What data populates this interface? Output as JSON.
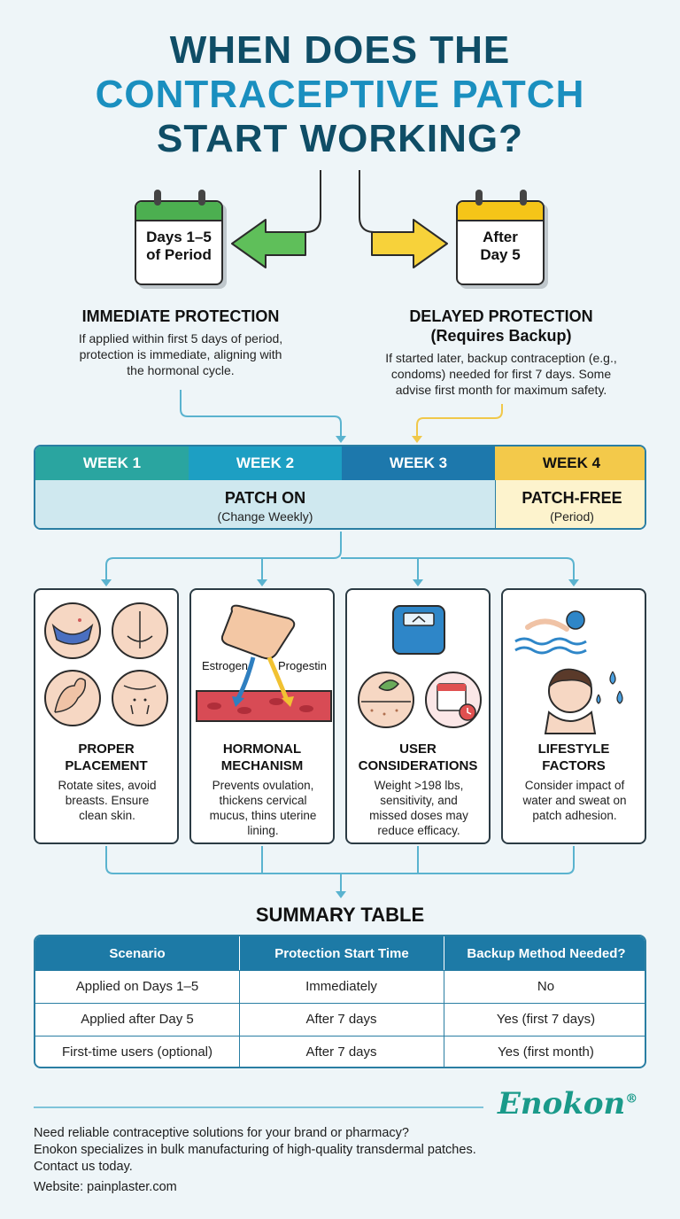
{
  "title": {
    "line1": "WHEN DOES THE",
    "line2": "CONTRACEPTIVE PATCH",
    "line3": "START WORKING?"
  },
  "left_calendar": {
    "line1": "Days 1–5",
    "line2": "of Period",
    "color": "#4caf50"
  },
  "right_calendar": {
    "line1": "After",
    "line2": "Day 5",
    "color": "#f5c518"
  },
  "immediate": {
    "heading": "IMMEDIATE PROTECTION",
    "text1": "If applied within first 5 days of period,",
    "text2": "protection is immediate, aligning with",
    "text3": "the hormonal cycle."
  },
  "delayed": {
    "heading": "DELAYED PROTECTION",
    "heading2": "(Requires Backup)",
    "text1": "If started later, backup contraception (e.g.,",
    "text2": "condoms) needed for first 7 days. Some",
    "text3": "advise first month for maximum safety."
  },
  "weeks": {
    "w1": "WEEK 1",
    "w2": "WEEK 2",
    "w3": "WEEK 3",
    "w4": "WEEK 4",
    "patch_on": "PATCH ON",
    "patch_on_sub": "(Change Weekly)",
    "patch_free": "PATCH-FREE",
    "patch_free_sub": "(Period)",
    "colors": [
      "#2aa5a0",
      "#1d9fc3",
      "#1d78ac",
      "#f3c94a"
    ]
  },
  "cards": [
    {
      "title1": "PROPER",
      "title2": "PLACEMENT",
      "text1": "Rotate sites, avoid",
      "text2": "breasts. Ensure",
      "text3": "clean skin.",
      "text4": ""
    },
    {
      "title1": "HORMONAL",
      "title2": "MECHANISM",
      "text1": "Prevents ovulation,",
      "text2": "thickens cervical",
      "text3": "mucus, thins uterine",
      "text4": "lining.",
      "label_estrogen": "Estrogen",
      "label_progestin": "Progestin"
    },
    {
      "title1": "USER",
      "title2": "CONSIDERATIONS",
      "text1": "Weight >198 lbs,",
      "text2": "sensitivity, and",
      "text3": "missed doses may",
      "text4": "reduce efficacy."
    },
    {
      "title1": "LIFESTYLE",
      "title2": "FACTORS",
      "text1": "Consider impact of",
      "text2": "water and sweat on",
      "text3": "patch adhesion.",
      "text4": ""
    }
  ],
  "summary": {
    "heading": "SUMMARY TABLE",
    "headers": [
      "Scenario",
      "Protection Start Time",
      "Backup Method Needed?"
    ],
    "rows": [
      [
        "Applied on Days 1–5",
        "Immediately",
        "No"
      ],
      [
        "Applied after Day 5",
        "After 7 days",
        "Yes (first 7 days)"
      ],
      [
        "First-time users (optional)",
        "After 7 days",
        "Yes (first month)"
      ]
    ]
  },
  "brand": {
    "name": "Enokon",
    "reg": "®",
    "color": "#1a9a8a"
  },
  "footer": {
    "line1": "Need reliable contraceptive solutions for your brand or pharmacy?",
    "line2": "Enokon specializes in bulk manufacturing of high-quality transdermal patches.",
    "line3": "Contact us today.",
    "line4": "Website: painplaster.com"
  }
}
